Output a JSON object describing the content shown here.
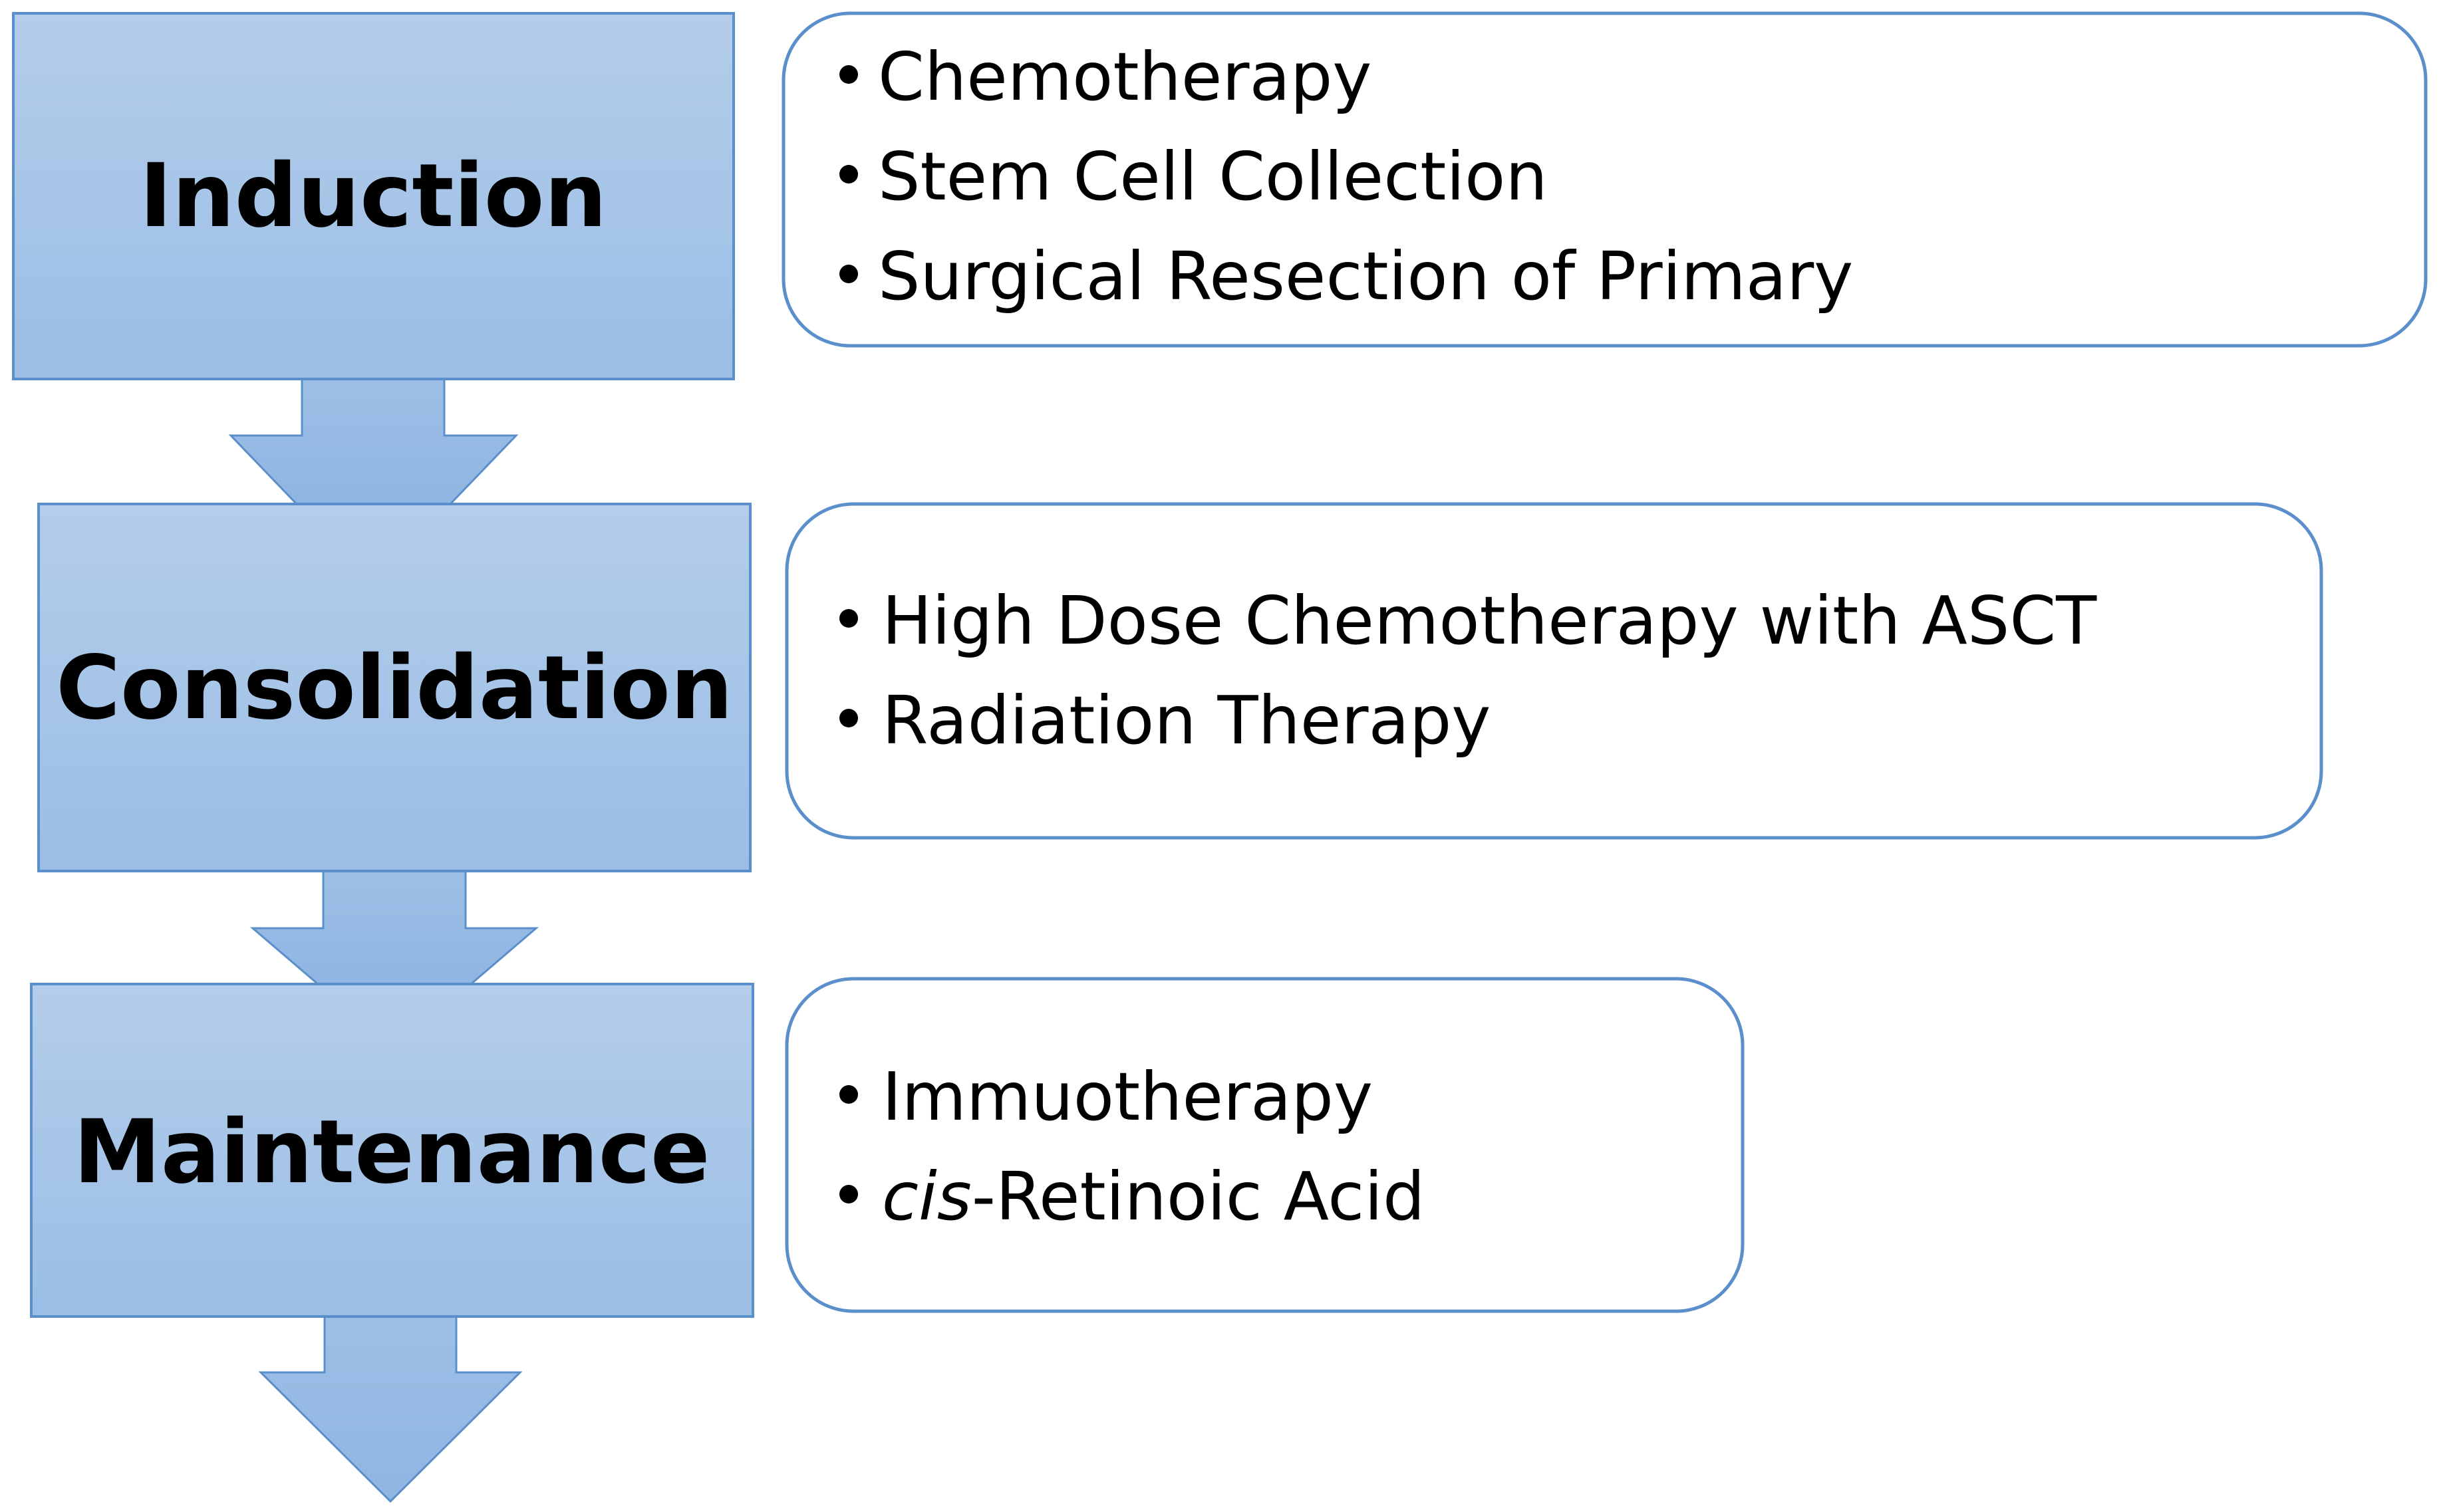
{
  "colors": {
    "stage_fill_top": "#B4CDEA",
    "stage_fill_bottom": "#9ABEE6",
    "stage_border": "#5B8FCB",
    "detail_border": "#5B8FCB",
    "text": "#000000"
  },
  "stages": [
    {
      "label": "Induction",
      "items": [
        {
          "prefix_italic": "",
          "text": "Chemotherapy"
        },
        {
          "prefix_italic": "",
          "text": "Stem Cell Collection"
        },
        {
          "prefix_italic": "",
          "text": "Surgical Resection of Primary"
        }
      ]
    },
    {
      "label": "Consolidation",
      "items": [
        {
          "prefix_italic": "",
          "text": "High Dose Chemotherapy with ASCT"
        },
        {
          "prefix_italic": "",
          "text": "Radiation Therapy"
        }
      ]
    },
    {
      "label": "Maintenance",
      "items": [
        {
          "prefix_italic": "",
          "text": "Immuotherapy"
        },
        {
          "prefix_italic": "cis",
          "text": "-Retinoic Acid"
        }
      ]
    }
  ]
}
